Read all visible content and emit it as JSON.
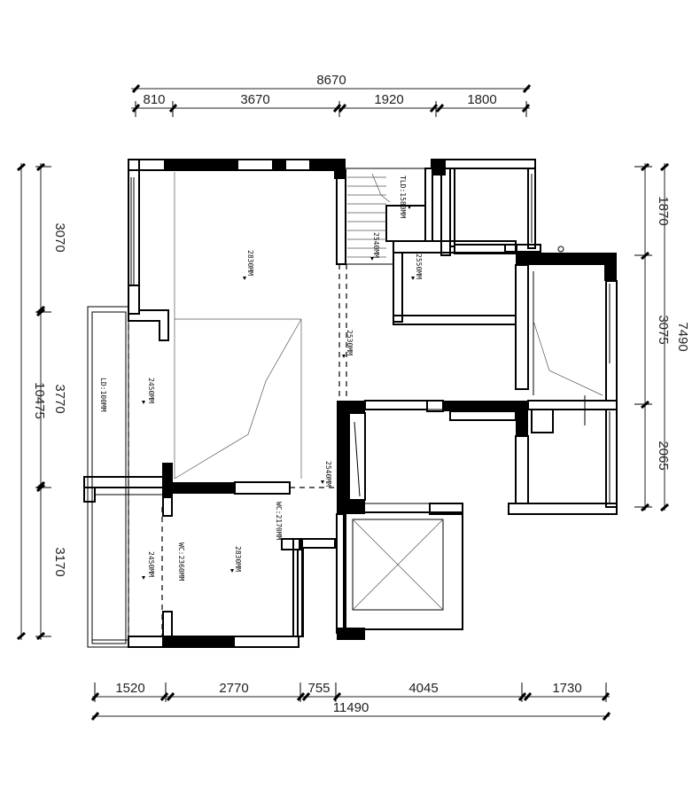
{
  "dimensions": {
    "top_total": "8670",
    "top_segments": [
      "810",
      "3670",
      "1920",
      "1800"
    ],
    "bottom_segments": [
      "1520",
      "2770",
      "755",
      "4045",
      "1730"
    ],
    "bottom_total": "11490",
    "left_segments": [
      "3070",
      "3770",
      "3170"
    ],
    "left_total": "10475",
    "right_segments": [
      "1870",
      "3075",
      "2065"
    ],
    "right_total": "7490"
  },
  "levels": {
    "stair_top": "TLD:1580MM",
    "stair_mid": "2540MM",
    "living_ceiling": "2830MM",
    "corridor": "2530MM",
    "bedroom_small": "2550MM",
    "balcony_left": "2450MM",
    "balcony_ld": "LD:100MM",
    "hall_low": "2540MM",
    "wc_right": "WC:2170MM",
    "room_bottom": "2830MM",
    "wc_bottom": "WC:2360MM",
    "balcony_bottom": "2450MM"
  }
}
